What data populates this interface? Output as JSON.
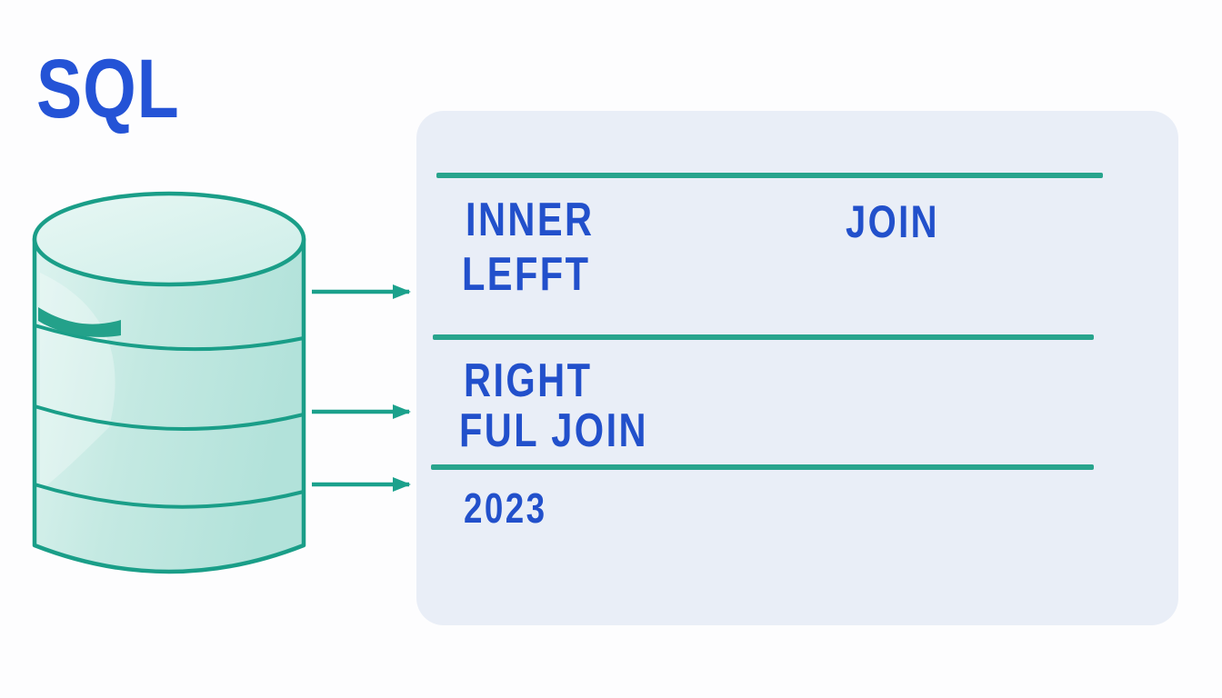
{
  "title": "SQL",
  "colors": {
    "title_blue": "#2453d6",
    "label_blue": "#2250cb",
    "divider_teal": "#28a48d",
    "arrow_teal": "#1ba18c",
    "panel_background": "#e9eef7",
    "cylinder_fill": "#c7eae4",
    "cylinder_outline": "#1a9e88"
  },
  "illustration": {
    "icon": "database-cylinder-icon",
    "segment_count": 4,
    "arrow_count": 3
  },
  "panel": {
    "sections": [
      {
        "left_label": "INNER",
        "right_label": "JOIN",
        "second_line": "LEFFT"
      },
      {
        "left_label": "RIGHT",
        "second_line": "FUL JOIN"
      },
      {
        "left_label": "2023"
      }
    ]
  }
}
